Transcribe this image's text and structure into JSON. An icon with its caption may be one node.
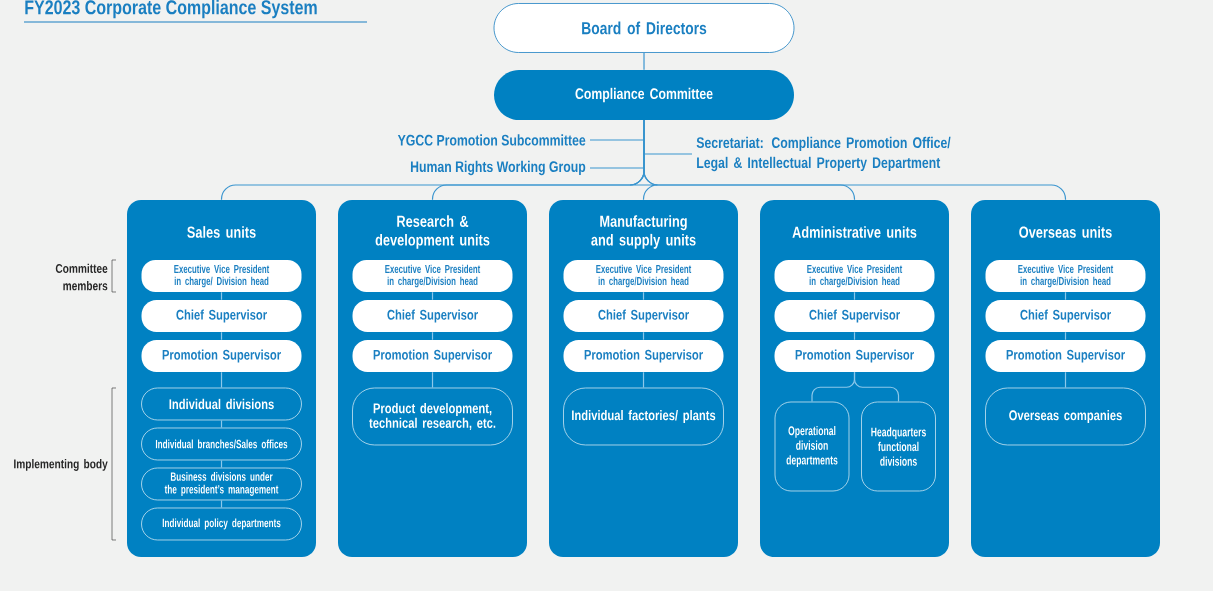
{
  "diagram": {
    "title": "FY2023 Corporate Compliance System",
    "nodes": [
      {
        "text": [
          "Board of Directors"
        ]
      },
      {
        "text": [
          "Compliance Committee"
        ]
      },
      {
        "text": [
          "YGCC Promotion Subcommittee"
        ]
      },
      {
        "text": [
          "Human Rights Working Group"
        ]
      },
      {
        "text": [
          "Secretariat: Compliance Promotion Office/ Legal & Intellectual Property Department"
        ]
      },
      {
        "text": [
          "Sales units"
        ]
      },
      {
        "text": [
          "Executive Vice President in charge/ Division head"
        ],
        "in": 5
      },
      {
        "text": [
          "Chief Supervisor"
        ],
        "in": 5
      },
      {
        "text": [
          "Promotion Supervisor"
        ],
        "in": 5
      },
      {
        "text": [
          "Individual divisions"
        ],
        "in": 5
      },
      {
        "text": [
          "Individual branches/Sales offices"
        ],
        "in": 5
      },
      {
        "text": [
          "Business divisions under the president’s management"
        ],
        "in": 5
      },
      {
        "text": [
          "Individual policy departments"
        ],
        "in": 5
      },
      {
        "text": [
          "Research & development units"
        ]
      },
      {
        "text": [
          "Executive Vice President in charge/Division head"
        ],
        "in": 13
      },
      {
        "text": [
          "Chief Supervisor"
        ],
        "in": 13
      },
      {
        "text": [
          "Promotion Supervisor"
        ],
        "in": 13
      },
      {
        "text": [
          "Product development, technical research, etc."
        ],
        "in": 13
      },
      {
        "text": [
          "Manufacturing and supply units"
        ]
      },
      {
        "text": [
          "Executive Vice President in charge/Division head"
        ],
        "in": 18
      },
      {
        "text": [
          "Chief Supervisor"
        ],
        "in": 18
      },
      {
        "text": [
          "Promotion Supervisor"
        ],
        "in": 18
      },
      {
        "text": [
          "Individual factories/ plants"
        ],
        "in": 18
      },
      {
        "text": [
          "Administrative units"
        ]
      },
      {
        "text": [
          "Executive Vice President in charge/Division head"
        ],
        "in": 23
      },
      {
        "text": [
          "Chief Supervisor"
        ],
        "in": 23
      },
      {
        "text": [
          "Promotion Supervisor"
        ],
        "in": 23
      },
      {
        "text": [
          "Operational division departments"
        ],
        "in": 23
      },
      {
        "text": [
          "Headquarters functional divisions"
        ],
        "in": 23
      },
      {
        "text": [
          "Overseas units"
        ]
      },
      {
        "text": [
          "Executive Vice President in charge/Division head"
        ],
        "in": 29
      },
      {
        "text": [
          "Chief Supervisor"
        ],
        "in": 29
      },
      {
        "text": [
          "Promotion Supervisor"
        ],
        "in": 29
      },
      {
        "text": [
          "Overseas companies"
        ],
        "in": 29
      }
    ],
    "edges": [
      {
        "from": 0,
        "to": 1,
        "arrow": "none",
        "color": "#3a95cf"
      },
      {
        "from": 1,
        "to": 2,
        "arrow": "none",
        "color": "#3a95cf"
      },
      {
        "from": 1,
        "to": 3,
        "arrow": "none",
        "color": "#3a95cf"
      },
      {
        "from": 1,
        "to": 4,
        "arrow": "none",
        "color": "#3a95cf"
      },
      {
        "from": 1,
        "to": 5,
        "arrow": "none",
        "color": "#3a95cf"
      },
      {
        "from": 1,
        "to": 13,
        "arrow": "none",
        "color": "#3a95cf"
      },
      {
        "from": 1,
        "to": 18,
        "arrow": "none",
        "color": "#3a95cf"
      },
      {
        "from": 1,
        "to": 23,
        "arrow": "none",
        "color": "#3a95cf"
      },
      {
        "from": 1,
        "to": 29,
        "arrow": "none",
        "color": "#3a95cf"
      },
      {
        "from": 6,
        "to": 7,
        "arrow": "none"
      },
      {
        "from": 7,
        "to": 8,
        "arrow": "none"
      },
      {
        "from": 8,
        "to": 9,
        "arrow": "none"
      },
      {
        "from": 9,
        "to": 10,
        "arrow": "none"
      },
      {
        "from": 10,
        "to": 11,
        "arrow": "none"
      },
      {
        "from": 11,
        "to": 12,
        "arrow": "none"
      },
      {
        "from": 14,
        "to": 15,
        "arrow": "none"
      },
      {
        "from": 15,
        "to": 16,
        "arrow": "none"
      },
      {
        "from": 16,
        "to": 17,
        "arrow": "none"
      },
      {
        "from": 19,
        "to": 20,
        "arrow": "none"
      },
      {
        "from": 20,
        "to": 21,
        "arrow": "none"
      },
      {
        "from": 21,
        "to": 22,
        "arrow": "none"
      },
      {
        "from": 24,
        "to": 25,
        "arrow": "none"
      },
      {
        "from": 25,
        "to": 26,
        "arrow": "none"
      },
      {
        "from": 26,
        "to": 27,
        "arrow": "none"
      },
      {
        "from": 26,
        "to": 28,
        "arrow": "none"
      },
      {
        "from": 30,
        "to": 31,
        "arrow": "none"
      },
      {
        "from": 31,
        "to": 32,
        "arrow": "none"
      },
      {
        "from": 32,
        "to": 33,
        "arrow": "none"
      }
    ],
    "labels": [
      "Committee members",
      "Implementing body"
    ]
  }
}
